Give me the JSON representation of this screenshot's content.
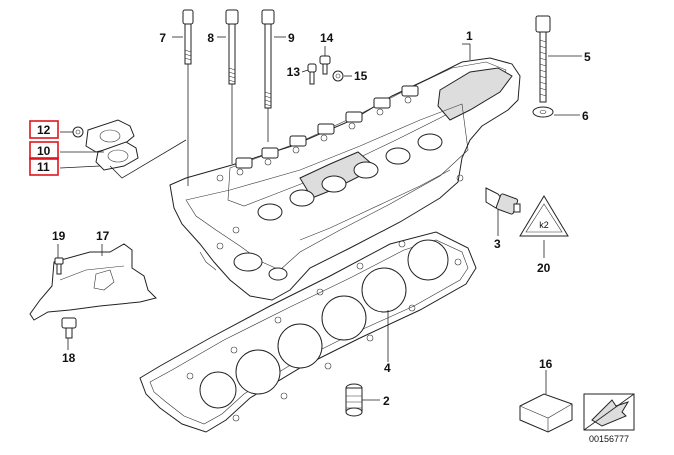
{
  "callouts": {
    "c1": "1",
    "c2": "2",
    "c3": "3",
    "c4": "4",
    "c5": "5",
    "c6": "6",
    "c7": "7",
    "c8": "8",
    "c9": "9",
    "c10": "10",
    "c11": "11",
    "c12": "12",
    "c13": "13",
    "c14": "14",
    "c15": "15",
    "c16": "16",
    "c17": "17",
    "c18": "18",
    "c19": "19",
    "c20": "20"
  },
  "warning_label": {
    "text": "k2"
  },
  "reference_number": "00156777",
  "colors": {
    "highlight_box": "#e0141e",
    "line": "#222222",
    "fill": "#ffffff",
    "shade": "#dddddd"
  },
  "icons": {
    "warning": "triangle-warning-icon",
    "kit": "box-kit-icon",
    "reference": "arrow-reference-icon"
  }
}
